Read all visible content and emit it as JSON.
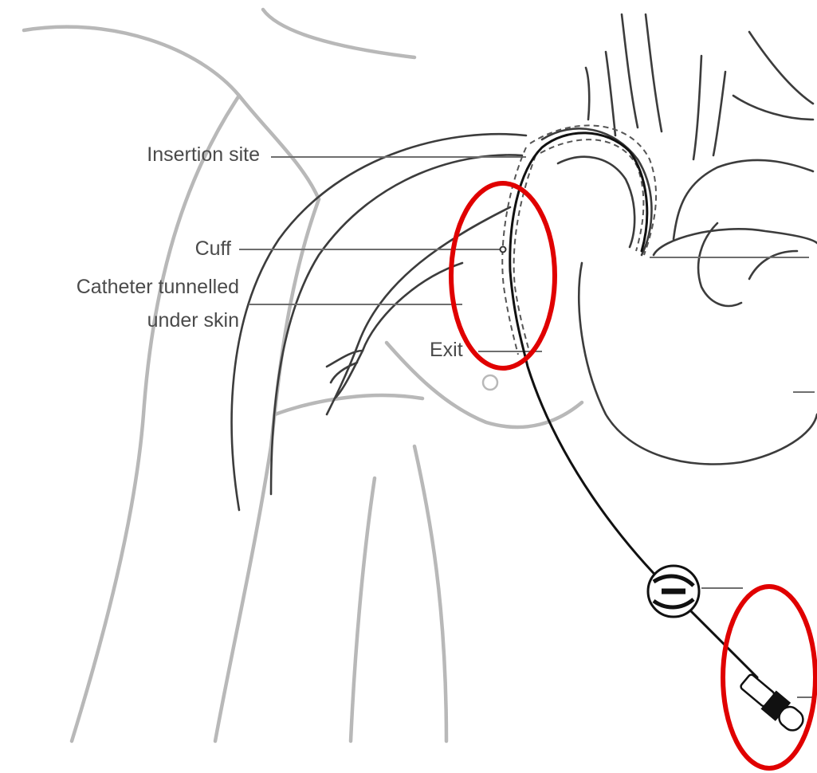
{
  "labels": {
    "insertion_site": "Insertion site",
    "cuff": "Cuff",
    "tunnel_line1": "Catheter tunnelled",
    "tunnel_line2": "under skin",
    "exit": "Exit"
  },
  "colors": {
    "highlight": "#e00000",
    "body_outline": "#b8b8b8",
    "vessel": "#3c3c3c",
    "catheter": "#111111",
    "label_text": "#4a4a4a"
  }
}
